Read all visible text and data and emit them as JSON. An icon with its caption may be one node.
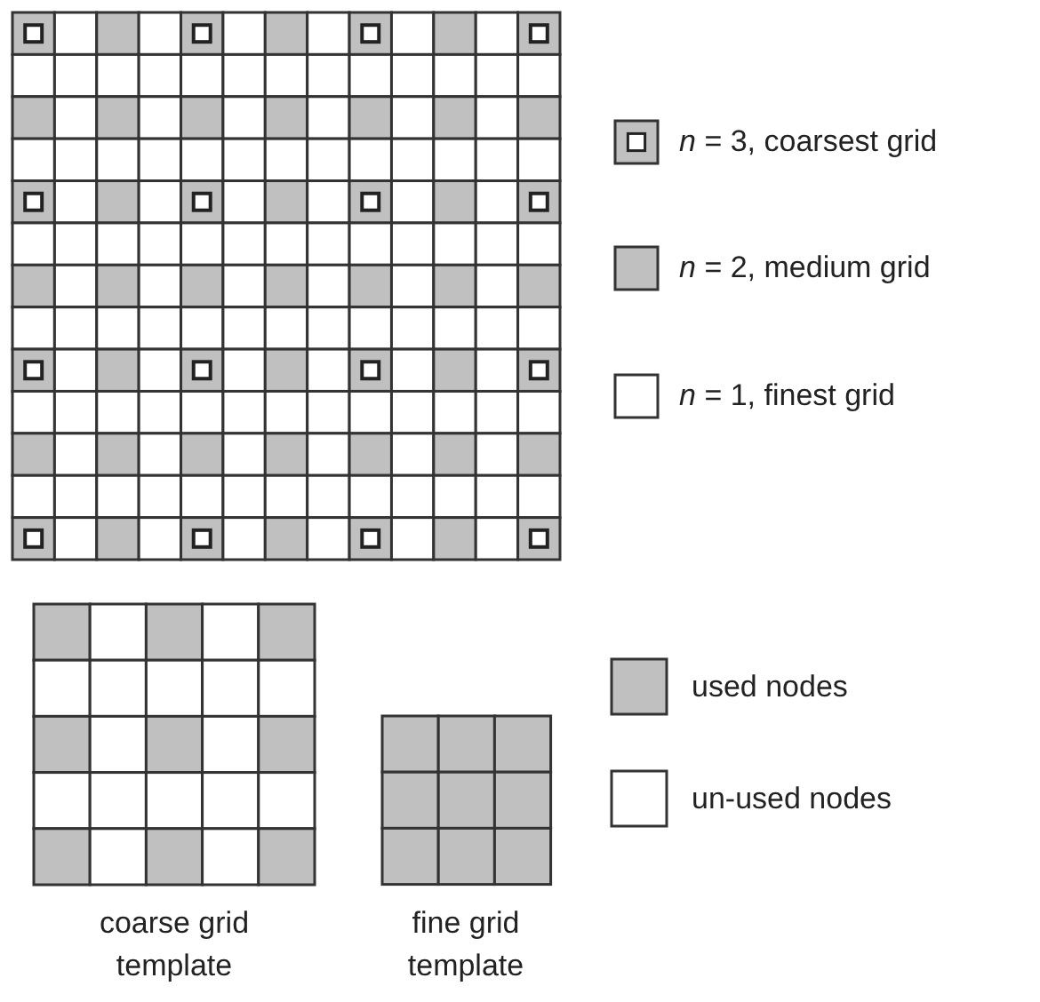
{
  "diagram": {
    "labels": [
      "coarse grid template",
      "fine grid template"
    ],
    "legend": [
      {
        "text": "*n* = 3, coarsest grid"
      },
      {
        "text": "*n* = 2, medium grid",
        "color": "#c0c0c0"
      },
      {
        "text": "*n* = 1, finest grid",
        "color": "#ffffff"
      },
      {
        "text": "used nodes",
        "color": "#c0c0c0"
      },
      {
        "text": "un-used nodes",
        "color": "#ffffff"
      }
    ]
  }
}
